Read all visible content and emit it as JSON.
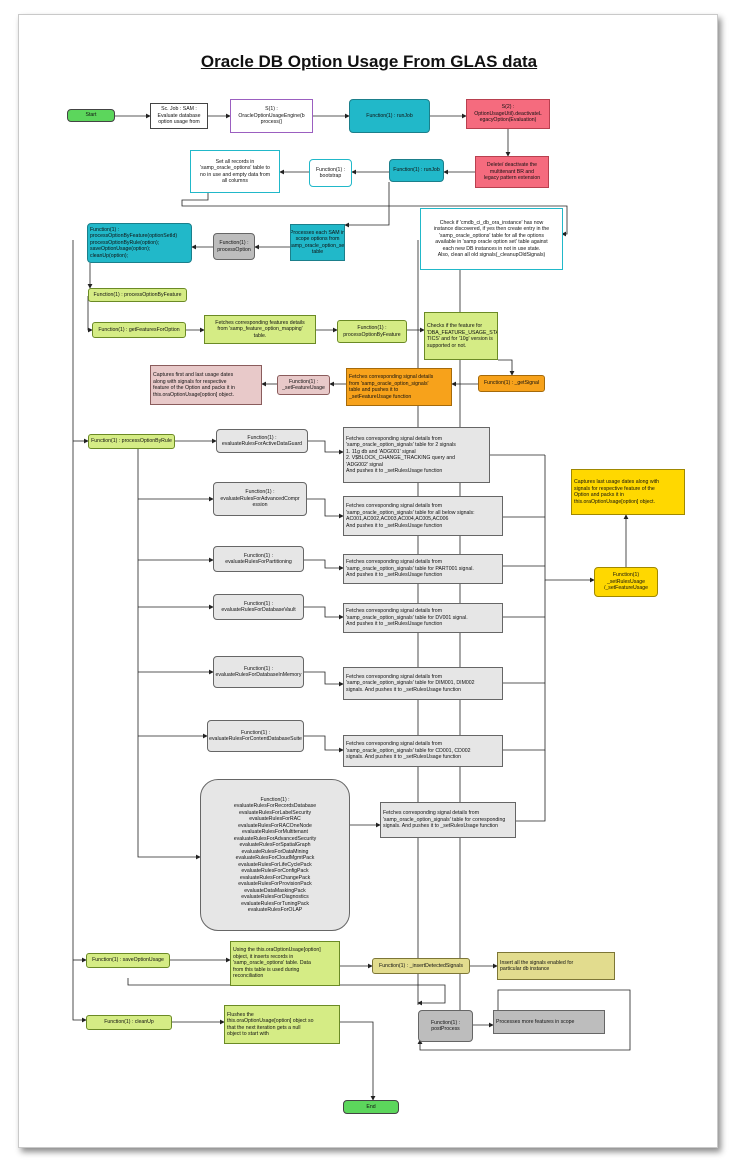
{
  "title": "Oracle DB Option Usage From GLAS data",
  "nodes": {
    "start": "Start",
    "sc_job": "Sc. Job : SAM :\nEvaluate database\noption usage from",
    "s1_process": "S(1) :\nOracleOptionUsageEngine(b\nprocess()",
    "runjob_top": "Function(1) : runJob",
    "s2_deactivate": "S(2) :\nOptionUsageUtil).deactivateL\negacyOption(Evaluation)",
    "delete_deactivate": "Delete/ deactivate the\nmultitenant BR and\nlegacy pattern extension",
    "runjob_mid": "Function(1) : runJob",
    "bootstrap": "Function(1) :\nbootstrap",
    "set_records": "Set all records in\n'samp_oracle_options' table to\nno in use and empty data from\nall columns",
    "check_cmdb": "Check if 'cmdb_ci_db_ora_instance' has now\ninstance discovered, if yes then create entry in the\n'samp_oracle_options' table for all the options\navailable in 'samp oracle option set' table against\neach new DB instances in not in use state.\nAlso, clean all old signals(_cleanupOldSignals)",
    "processes_each_sam": "Processes each SAM in\nscope options from\n'samp_oracle_option_set'\ntable",
    "process_option": "Function(1) :\nprocessOption",
    "process_by_feature_multi": "Function(1) :\nprocessOptionByFeature(optionSetId)\nprocessOptionByRule(option);\nsaveOptionUsage(option);\ncleanUp(option);",
    "process_option_by_feature": "Function(1) : processOptionByFeature",
    "get_features": "Function(1) : getFeaturesForOption",
    "fetch_features": "Fetches corresponding features details\nfrom 'samp_feature_option_mapping'\ntable.",
    "process_option_by_feature2": "Function(1) :\nprocessOptionByFeature",
    "checks_feature": "Checks if the feature for\n'DBA_FEATURE_USAGE_STATIS\nTICS' and for '10g' version is\nsupported or not.",
    "get_signal": "Function(1) : _getSignal",
    "fetch_signal_orange": "Fetches corresponding signal details\nfrom 'samp_oracle_option_signals'\ntable and pushes it to\n_setFeatureUsage function",
    "set_feature_usage": "Function(1) :\n_setFeatureUsage",
    "captures_first_last": "Captures first and last usage dates\nalong with signals for respective\nfeature of the Option and packs it in\nthis.oraOptionUsage[option] object.",
    "process_option_by_rule": "Function(1) : processOptionByRule",
    "eval_adg": "Function(1) :\nevaluateRulesForActiveDataGuard",
    "fetch_adg": "Fetches corresponding signal details from\n'samp_oracle_option_signals' table for 2 signals\n1. 11g db and 'ADG001' signal\n2. V$BLOCK_CHANGE_TRACKING query and\n'ADG002' signal\nAnd pushes it to _setRulesUsage function",
    "eval_ac": "Function(1) :\nevaluateRulesForAdvancedCompr\nession",
    "fetch_ac": "Fetches corresponding signal details from\n'samp_oracle_option_signals' table for all below signals:\nAC001,AC002,AC003,AC004,AC005,AC006\nAnd pushes it to _setRulesUsage function",
    "eval_part": "Function(1) :\nevaluateRulesForPartitioning",
    "fetch_part": "Fetches corresponding signal details from\n'samp_oracle_option_signals' table for PART001 signal.\nAnd pushes it to _setRulesUsage function",
    "eval_dv": "Function(1) :\nevaluateRulesForDatabaseVault",
    "fetch_dv": "Fetches corresponding signal details from\n'samp_oracle_option_signals' table for DV001 signal.\nAnd pushes it to _setRulesUsage function",
    "eval_dim": "Function(1) :\nevaluateRulesForDatabaseInMemory",
    "fetch_dim": "Fetches corresponding signal details from\n'samp_oracle_option_signals' table for DIM001, DIM002\nsignals. And pushes it to _setRulesUsage function",
    "eval_cds": "Function(1) :\nevaluateRulesForContentDatabaseSuite",
    "fetch_cds": "Fetches corresponding signal details from\n'samp_oracle_option_signals' table for CD001, CD002\nsignals. And pushes it to _setRulesUsage function",
    "eval_many": "Function(1) :\nevaluateRulesForRecordsDatabase\nevaluateRulesForLabelSecurity\nevaluateRulesForRAC\nevaluateRulesForRACOneNode\nevaluateRulesForMultitenant\nevaluateRulesForAdvancedSecurity\nevaluateRulesForSpatialGraph\nevaluateRulesForDataMining\nevaluateRulesForCloudMgmtPack\nevaluateRulesForLifeCyclePack\nevaluateRulesForConfigPack\nevaluateRulesForChangePack\nevaluateRulesForProvisionPack\nevaluateDataMaskingPack\nevaluateRulesForDiagnostics\nevaluateRulesForTuningPack\nevaluateRulesForOLAP",
    "fetch_many": "Fetches corresponding signal details from\n'samp_oracle_option_signals' table for corresponding\nsignals. And pushes it to _setRulesUsage function",
    "set_rules_usage": "Function(1)\n_setRulesUsage\n/_setFeatureUsage",
    "captures_last": "Captures last usage dates along with\nsignals for respective feature of the\nOption and packs it in\nthis.oraOptionUsage[option] object.",
    "save_option_usage": "Function(1) : saveOptionUsage",
    "using_ora": "Using the this.oraOptionUsage[option]\nobject, it inserts records in\n'samp_oracle_options' table. Data\nfrom this table is used during\nreconciliation",
    "insert_detected": "Function(1) : _insertDetectedSignals",
    "insert_all": "Insert all the signals enabled for\nparticular db instance",
    "cleanup": "Function(1) : cleanUp",
    "flushes": "Flushes the\nthis.oraOptionUsage[option] object so\nthat the next iteration gets a null\nobject to start with",
    "post_process": "Function(1) :\npostProcess",
    "processes_more": "Processes more features in scope",
    "end": "End"
  },
  "colors": {
    "start_end": "#5cd65c",
    "function_teal": "#21b8c9",
    "legacy_pink": "#f56b7e",
    "function_lime": "#d5ec85",
    "process_gray": "#bdbdbd",
    "signal_orange": "#f7a21b",
    "usage_yellow": "#ffd800",
    "insert_khaki": "#e2dc8e",
    "capture_rose": "#e8c9c9"
  }
}
